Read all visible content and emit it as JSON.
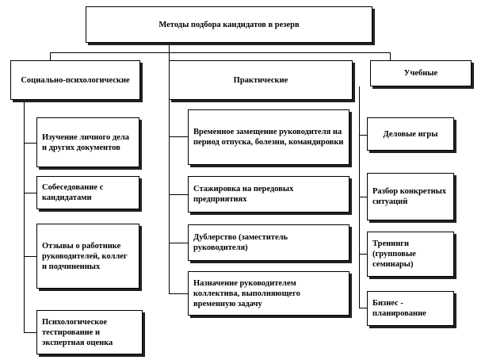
{
  "root": "Методы подбора кандидатов в резерв",
  "categories": [
    {
      "title": "Социально-психологические",
      "items": [
        "Изучение личного дела и других документов",
        "Собеседование с кандидатами",
        "Отзывы о работнике руководителей, коллег и подчиненных",
        "Психологическое тестирование и экспертная оценка"
      ]
    },
    {
      "title": "Практические",
      "items": [
        "Временное замещение руководителя на период отпуска, болезни, командировки",
        "Стажировка на передовых предприятиях",
        "Дублерство (заместитель руководителя)",
        "Назначение руководителем коллектива, выполняющего временную задачу"
      ]
    },
    {
      "title": "Учебные",
      "items": [
        "Деловые игры",
        "Разбор конкретных ситуаций",
        "Тренинги (групповые семинары)",
        "Бизнес - планирование"
      ]
    }
  ]
}
